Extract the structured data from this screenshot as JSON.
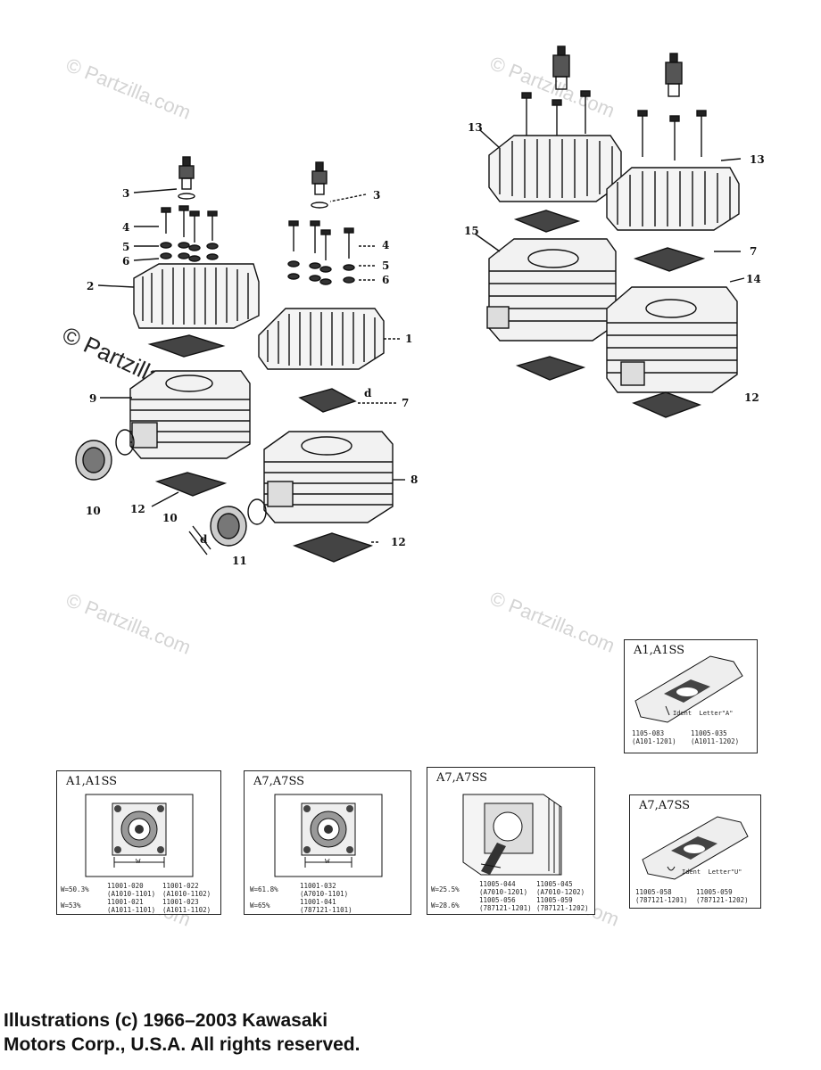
{
  "watermark": "© Partzilla.com",
  "callouts": {
    "c1": "1",
    "c2": "2",
    "c3a": "3",
    "c3b": "3",
    "c4a": "4",
    "c4b": "4",
    "c5a": "5",
    "c5b": "5",
    "c6a": "6",
    "c6b": "6",
    "c7": "7",
    "c7b": "7",
    "c8": "8",
    "c9": "9",
    "c10a": "10",
    "c10b": "10",
    "c11": "11",
    "c12a": "12",
    "c12b": "12",
    "c12c": "12",
    "c13a": "13",
    "c13b": "13",
    "c14": "14",
    "c15": "15",
    "cd1": "d",
    "cd2": "d"
  },
  "insets": {
    "a1_top": {
      "title": "A1,A1SS",
      "ident": "Ident  Letter\"A\"",
      "parts": "1105-083\n(A101-1201)",
      "parts2": "11005-035\n(A1011-1202)"
    },
    "a1": {
      "title": "A1,A1SS",
      "dim": "w",
      "row1": "W=50.3%",
      "row2": "W=53%",
      "parts": "11001-020\n(A1010-1101)\n11001-021\n(A1011-1101)",
      "parts2": "11001-022\n(A1010-1102)\n11001-023\n(A1011-1102)"
    },
    "a7": {
      "title": "A7,A7SS",
      "dim": "w",
      "row1": "W=61.8%",
      "row2": "W=65%",
      "parts": "11001-032\n(A7010-1101)\n11001-041\n(787121-1101)"
    },
    "a7_side": {
      "title": "A7,A7SS",
      "row1": "W=25.5%",
      "row2": "W=28.6%",
      "parts": "11005-044\n(A7010-1201)\n11005-056\n(787121-1201)",
      "parts2": "11005-045\n(A7010-1202)\n11005-059\n(787121-1202)"
    },
    "a7_gasket": {
      "title": "A7,A7SS",
      "ident": "Ident  Letter\"U\"",
      "parts": "11005-058\n(787121-1201)",
      "parts2": "11005-059\n(787121-1202)"
    }
  },
  "footer": {
    "line1": "Illustrations (c) 1966–2003 Kawasaki",
    "line2": "Motors Corp., U.S.A.  All rights reserved."
  }
}
